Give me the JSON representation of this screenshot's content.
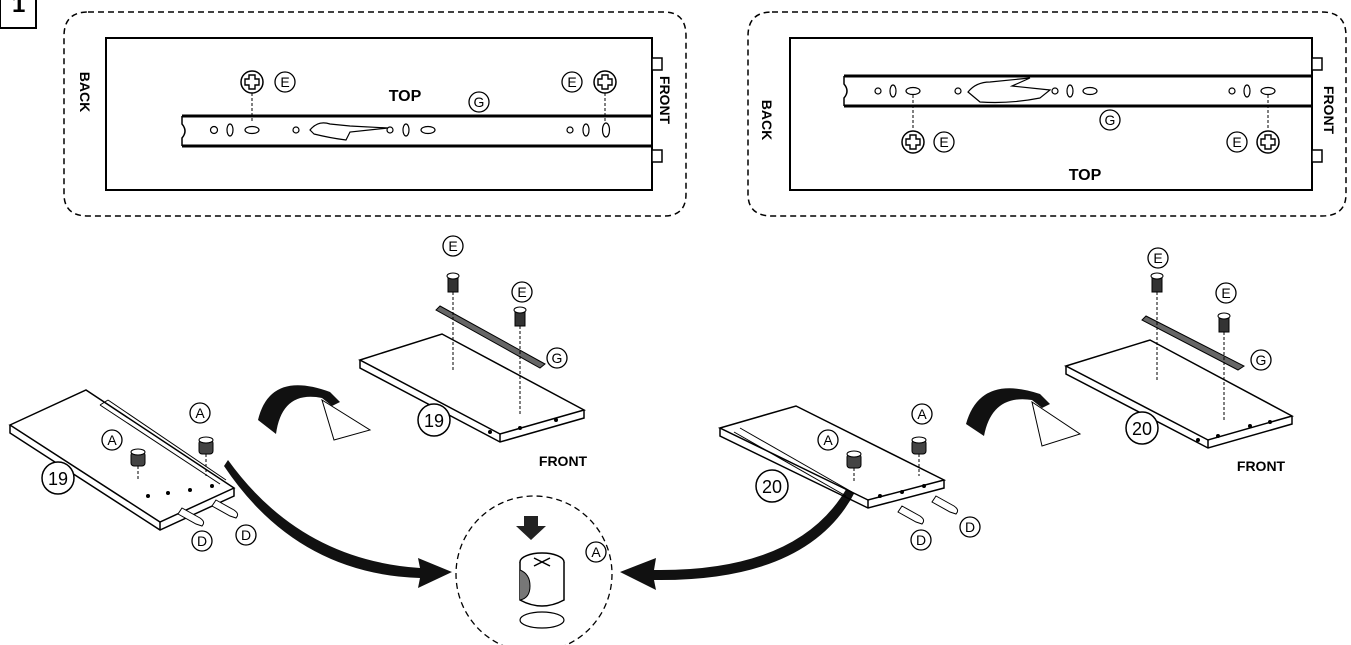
{
  "step_number": "1",
  "panel_left": {
    "back": "BACK",
    "front": "FRONT",
    "top": "TOP",
    "callouts": [
      "E",
      "E",
      "G"
    ]
  },
  "panel_right": {
    "back": "BACK",
    "front": "FRONT",
    "top": "TOP",
    "callouts": [
      "E",
      "E",
      "G"
    ]
  },
  "assembly_left": {
    "board_number": "19",
    "parts": [
      "A",
      "A",
      "D",
      "D"
    ]
  },
  "assembly_left_top": {
    "board_number": "19",
    "parts": [
      "E",
      "E",
      "G"
    ],
    "front": "FRONT"
  },
  "assembly_right": {
    "board_number": "20",
    "parts": [
      "A",
      "A",
      "D",
      "D"
    ]
  },
  "assembly_right_top": {
    "board_number": "20",
    "parts": [
      "E",
      "E",
      "G"
    ],
    "front": "FRONT"
  },
  "detail": {
    "part": "A"
  },
  "colors": {
    "ink": "#000000",
    "paper": "#ffffff"
  }
}
